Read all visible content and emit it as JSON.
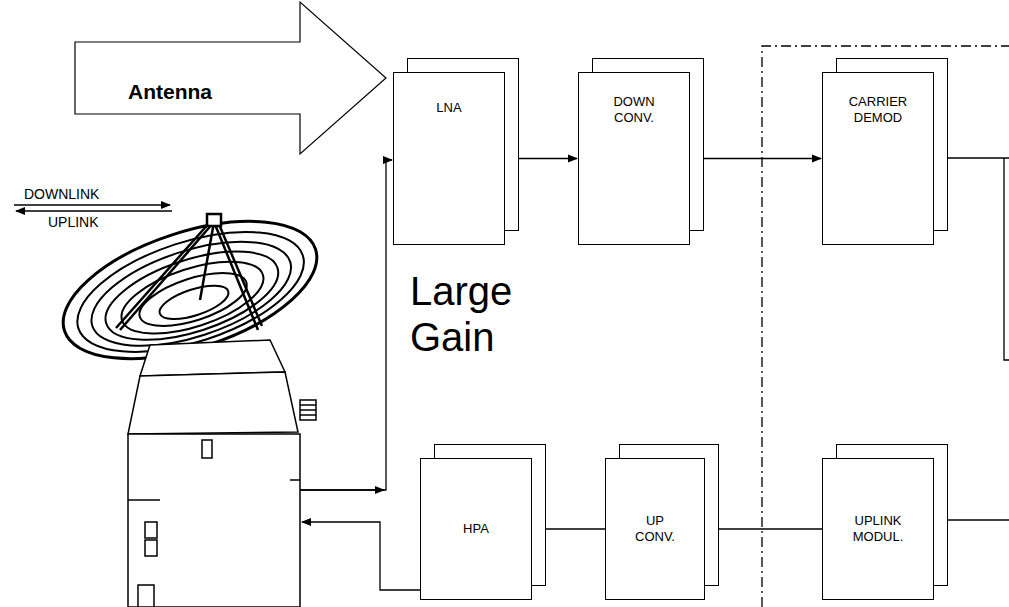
{
  "diagram": {
    "nodes": [
      {
        "text": [
          "LNA"
        ]
      },
      {
        "text": [
          "DOWN CONV."
        ]
      },
      {
        "text": [
          "CARRIER DEMOD"
        ]
      },
      {
        "text": [
          "HPA"
        ]
      },
      {
        "text": [
          "UP CONV."
        ]
      },
      {
        "text": [
          "UPLINK MODUL."
        ]
      }
    ],
    "edges": [
      {
        "from": 0,
        "to": 1,
        "arrow": "to"
      },
      {
        "from": 1,
        "to": 2,
        "arrow": "to"
      },
      {
        "from": 5,
        "to": 4,
        "arrow": "to"
      },
      {
        "from": 4,
        "to": 3,
        "arrow": "to"
      }
    ],
    "labels": [
      "Antenna",
      "DOWNLINK",
      "UPLINK",
      "Large Gain"
    ]
  }
}
